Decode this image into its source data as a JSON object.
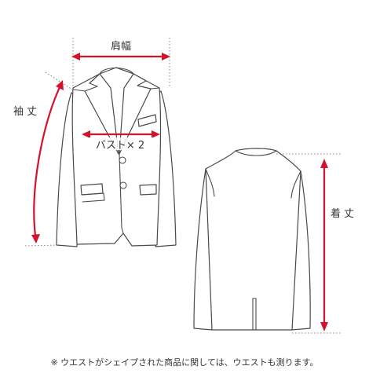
{
  "labels": {
    "shoulder_width": "肩幅",
    "sleeve_length": "袖丈",
    "bust": "バスト× 2",
    "body_length": "着丈"
  },
  "footnote": "※ ウエストがシェイプされた商品に関しては、ウエストも測ります。",
  "colors": {
    "measure_line": "#d3122c",
    "garment_outline": "#4a4a4a",
    "guide_line": "#666666",
    "text": "#333333"
  }
}
